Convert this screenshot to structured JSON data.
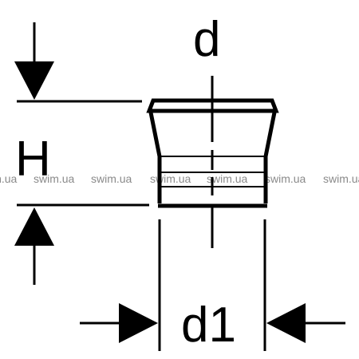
{
  "labels": {
    "d": "d",
    "h": "H",
    "d1": "d1"
  },
  "watermark": {
    "text": "swim.ua",
    "color": "#8a8a8a"
  },
  "colors": {
    "line": "#000000",
    "background": "#ffffff"
  }
}
